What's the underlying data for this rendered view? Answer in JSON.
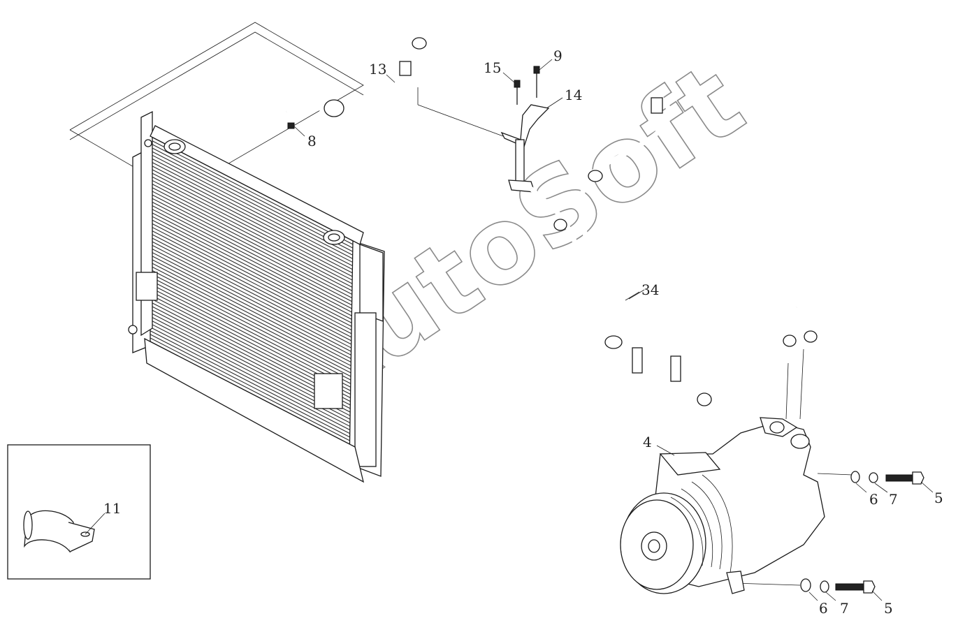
{
  "watermark": "AutoSoft",
  "callouts": {
    "c4": "4",
    "c5a": "5",
    "c5b": "5",
    "c6a": "6",
    "c6b": "6",
    "c7a": "7",
    "c7b": "7",
    "c8": "8",
    "c9": "9",
    "c11": "11",
    "c13": "13",
    "c14": "14",
    "c15": "15",
    "c34": "34"
  }
}
